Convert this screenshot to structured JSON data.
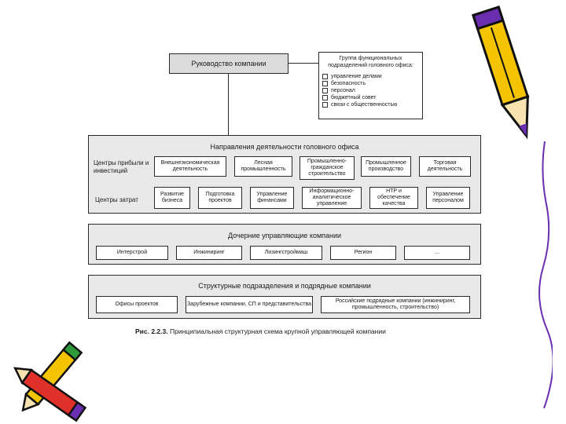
{
  "leadership": {
    "label": "Руководство компании"
  },
  "functional_group": {
    "title_line1": "Группа функциональных",
    "title_line2": "подразделений головного офиса:",
    "items": [
      "управление делами",
      "безопасность",
      "персонал",
      "бюджетный совет",
      "связи с общественностью"
    ]
  },
  "directions": {
    "title": "Направления деятельности головного офиса",
    "profit_centers_label": "Центры прибыли и инвестиций",
    "profit_centers": [
      "Внешнеэкономическая деятельность",
      "Лесная промышленность",
      "Промышленно-гражданское строительство",
      "Промышленное производство",
      "Торговая деятельность"
    ],
    "cost_centers_label": "Центры затрат",
    "cost_centers": [
      "Развитие бизнеса",
      "Подготовка проектов",
      "Управление финансами",
      "Информационно-аналитическое управление",
      "НТР и обеспечение качества",
      "Управление персоналом"
    ]
  },
  "subsidiaries": {
    "title": "Дочерние управляющие компании",
    "items": [
      "Интерстрой",
      "Инжиниринг",
      "Лизингстроймаш",
      "Регион",
      "..."
    ]
  },
  "structural": {
    "title": "Структурные подразделения и подрядные компании",
    "items": [
      "Офисы проектов",
      "Зарубежные компании, СП и представительства",
      "Российские подрядные компании (инжиниринг, промышленность, строительство)"
    ]
  },
  "caption": {
    "figure_ref": "Рис. 2.2.3.",
    "text": "Принципиальная структурная схема крупной управляющей компании"
  },
  "decor": {
    "pencil_yellow": "#f5c400",
    "pencil_purple": "#6a2fb0",
    "pencil_red": "#e0302a",
    "pencil_green": "#2f9a3a"
  }
}
